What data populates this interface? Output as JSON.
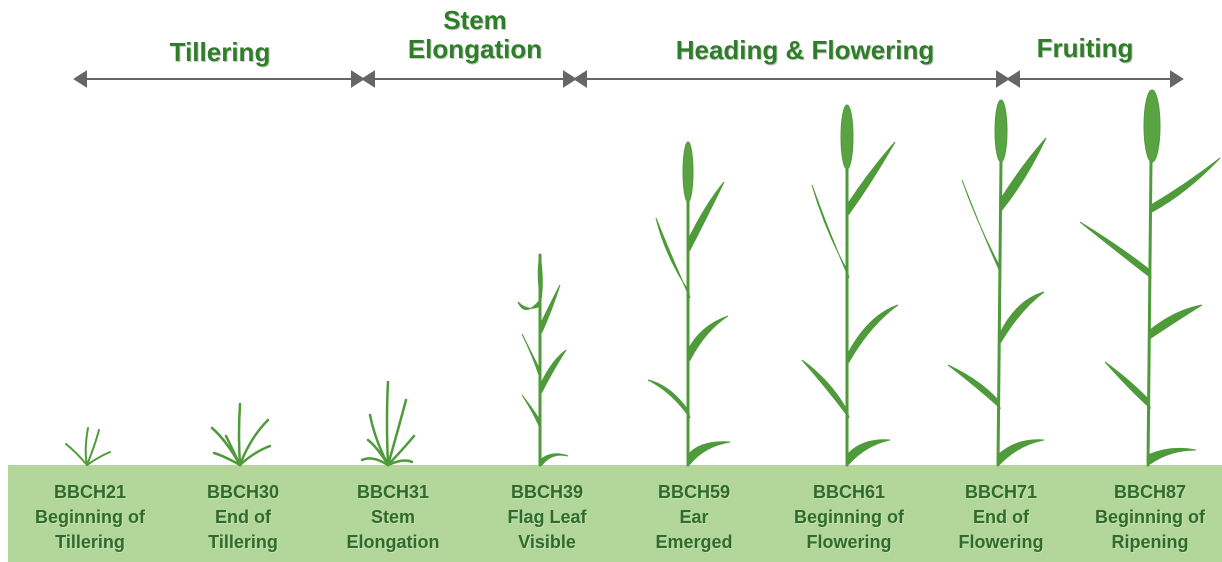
{
  "phases": [
    {
      "label": "Tillering"
    },
    {
      "label": "Stem Elongation",
      "line1": "Stem",
      "line2": "Elongation"
    },
    {
      "label": "Heading & Flowering"
    },
    {
      "label": "Fruiting"
    }
  ],
  "stages": [
    {
      "code": "BBCH21",
      "line1": "Beginning of",
      "line2": "Tillering"
    },
    {
      "code": "BBCH30",
      "line1": "End of",
      "line2": "Tillering"
    },
    {
      "code": "BBCH31",
      "line1": "Stem",
      "line2": "Elongation"
    },
    {
      "code": "BBCH39",
      "line1": "Flag Leaf",
      "line2": "Visible"
    },
    {
      "code": "BBCH59",
      "line1": "Ear",
      "line2": "Emerged"
    },
    {
      "code": "BBCH61",
      "line1": "Beginning of",
      "line2": "Flowering"
    },
    {
      "code": "BBCH71",
      "line1": "End of",
      "line2": "Flowering"
    },
    {
      "code": "BBCH87",
      "line1": "Beginning of",
      "line2": "Ripening"
    }
  ],
  "colors": {
    "plant": "#4f9a3a",
    "plant_dark": "#3f8a2e",
    "ear": "#5aa342",
    "ground": "#b3d69b",
    "arrow": "#666666",
    "phase_text": "#2f7d2a",
    "stage_text": "#2f6b2a"
  },
  "icons": {
    "timeline": "double-headed-arrow",
    "plant": "wheat-plant"
  }
}
